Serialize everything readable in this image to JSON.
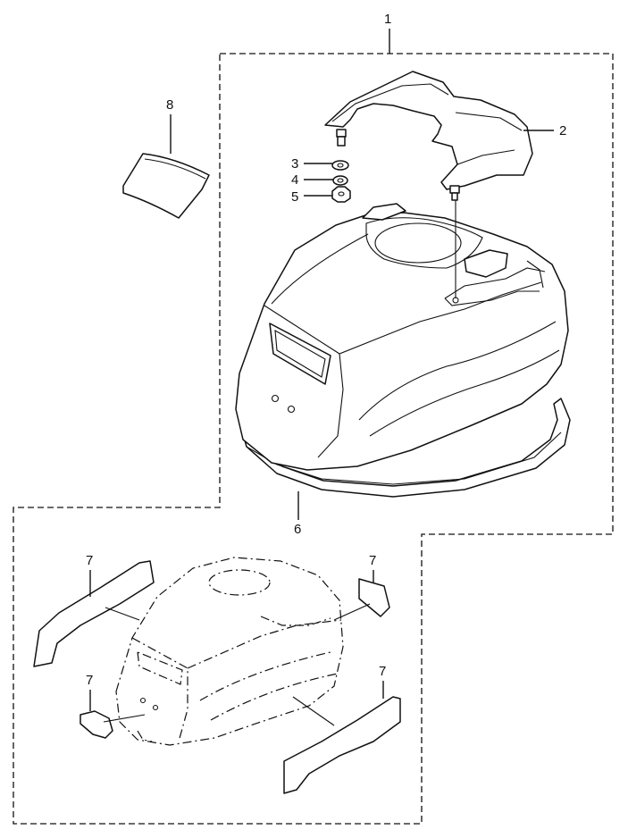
{
  "callouts": {
    "c1": "1",
    "c2": "2",
    "c3": "3",
    "c4": "4",
    "c5": "5",
    "c6": "6",
    "c7a": "7",
    "c7b": "7",
    "c7c": "7",
    "c7d": "7",
    "c8": "8"
  }
}
